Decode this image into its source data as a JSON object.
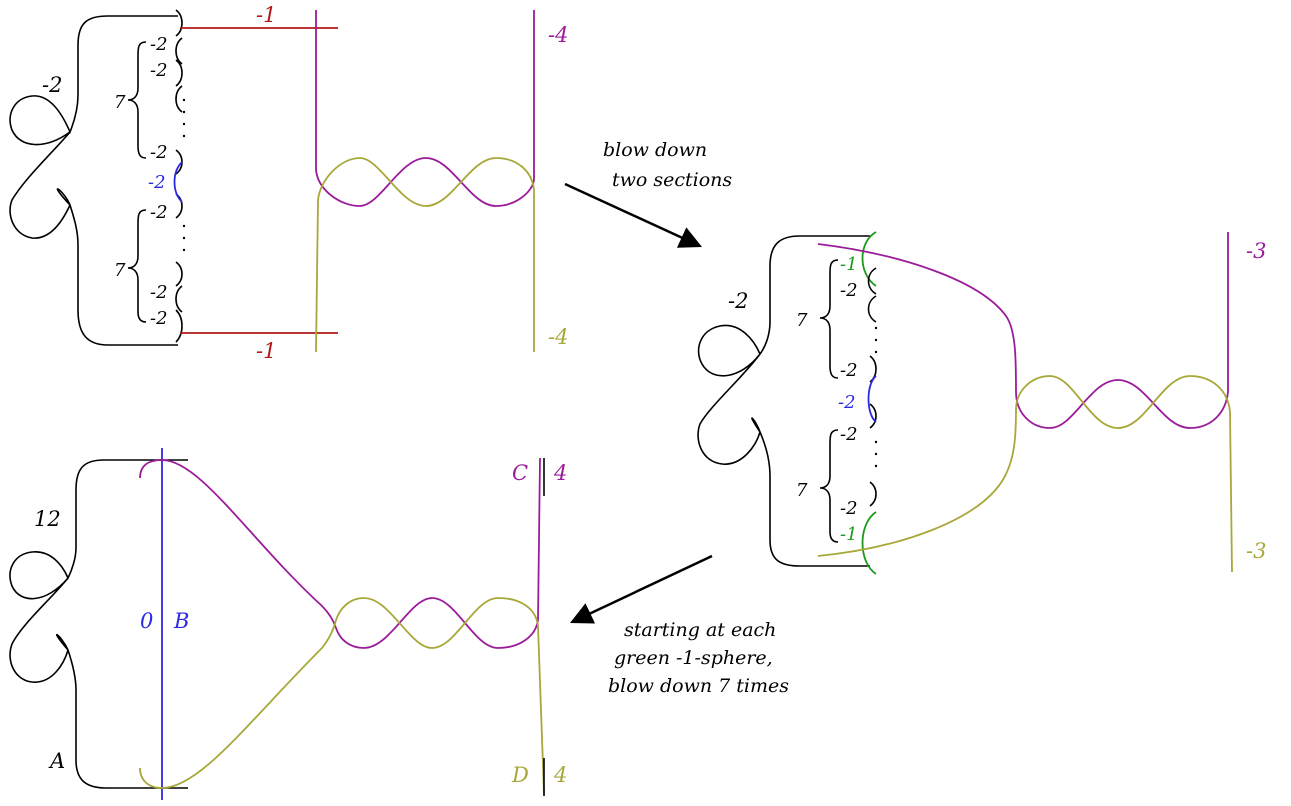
{
  "colors": {
    "black": "#000000",
    "purple": "#9b1c9b",
    "olive": "#a8a83a",
    "red": "#b01818",
    "blue": "#2a2ae0",
    "green": "#1a9a1a"
  },
  "top_left": {
    "main_weight": "-2",
    "group_count_upper": "7",
    "group_count_lower": "7",
    "chain_weight": "-2",
    "blue_weight": "-2",
    "red_top_weight": "-1",
    "red_bottom_weight": "-1",
    "purple_weight": "-4",
    "olive_weight": "-4"
  },
  "arrow1_caption": [
    "blow down",
    "two sections"
  ],
  "right": {
    "main_weight": "-2",
    "green_top_weight": "-1",
    "green_bottom_weight": "-1",
    "group_count_upper": "7",
    "group_count_lower": "7",
    "chain_weight": "-2",
    "blue_weight": "-2",
    "purple_weight": "-3",
    "olive_weight": "-3"
  },
  "arrow2_caption": [
    "starting at each",
    "green -1-sphere,",
    "blow down 7 times"
  ],
  "bottom_left": {
    "main_weight": "12",
    "label_A": "A",
    "blue_weight": "0",
    "label_B": "B",
    "label_C": "C",
    "weight_C": "4",
    "label_D": "D",
    "weight_D": "4"
  }
}
